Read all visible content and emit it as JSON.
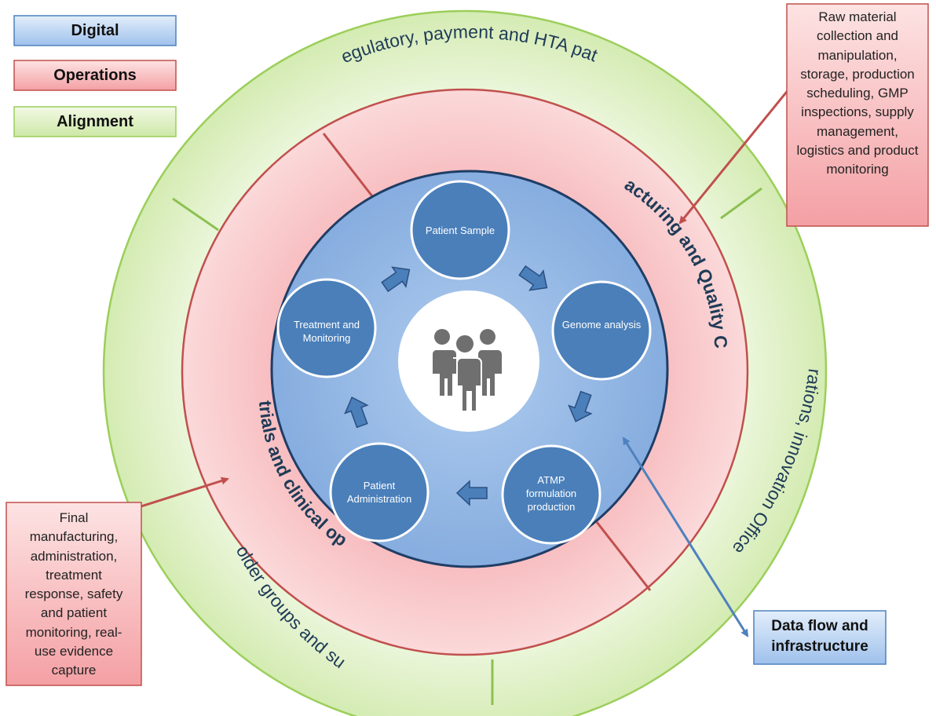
{
  "legend": {
    "digital": "Digital",
    "operations": "Operations",
    "alignment": "Alignment"
  },
  "rings": {
    "alignment_top": "New regulatory, payment and HTA pathways",
    "alignment_right": "Collaborations, innovation Offices, PPPs",
    "alignment_bottom": "Stakeholder groups and suppliers",
    "operations_right": "Manufacturing and Quality Control",
    "operations_left": "clinical trials and clinical operations"
  },
  "cycle": {
    "nodes": [
      "Patient Sample",
      "Genome analysis",
      "ATMP formulation production",
      "Patient Administration",
      "Treatment and Monitoring"
    ],
    "center_icon": "people-group-icon"
  },
  "callouts": {
    "manufacturing": "Raw material collection and manipulation, storage, production scheduling, GMP inspections, supply management, logistics and product monitoring",
    "clinical": "Final manufacturing, administration, treatment response, safety and patient monitoring, real-use evidence capture",
    "data_flow": "Data flow and infrastructure"
  },
  "colors": {
    "digital_blue": "#8eb4e3",
    "operations_red": "#f4a4a8",
    "alignment_green": "#d6ecb4",
    "node_blue": "#4a7fba",
    "arrow_red": "#c0504d",
    "arrow_blue": "#4f81bd"
  }
}
